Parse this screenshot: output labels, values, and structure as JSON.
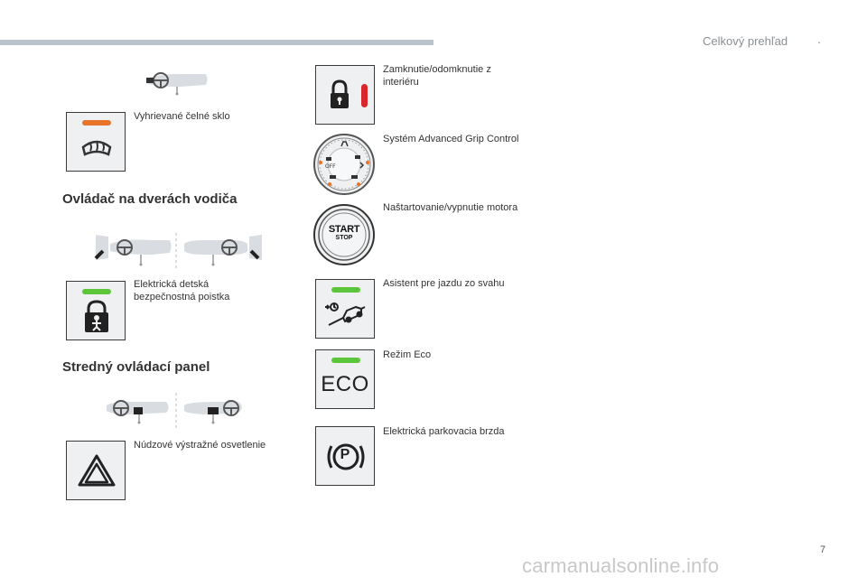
{
  "header": {
    "title": "Celkový prehľad",
    "dot": "."
  },
  "page": {
    "number": "7"
  },
  "left": {
    "windshield": {
      "label": "Vyhrievané čelné sklo"
    },
    "section1": {
      "title": "Ovládač na dverách vodiča"
    },
    "child_lock": {
      "label": "Elektrická detská bezpečnostná poistka"
    },
    "section2": {
      "title": "Stredný ovládací panel"
    },
    "hazard": {
      "label": "Núdzové výstražné osvetlenie"
    }
  },
  "right": {
    "lock": {
      "label": "Zamknutie/odomknutie z interiéru"
    },
    "grip": {
      "label": "Systém Advanced Grip Control"
    },
    "start": {
      "label": "Naštartovanie/vypnutie motora",
      "line1": "START",
      "line2": "STOP"
    },
    "hill": {
      "label": "Asistent pre jazdu zo svahu"
    },
    "eco": {
      "label": "Režim Eco",
      "text": "ECO"
    },
    "parking": {
      "label": "Elektrická parkovacia brzda",
      "symbol": "P"
    }
  },
  "colors": {
    "orange": "#e8732a",
    "green": "#5dc53a",
    "red": "#d9262c",
    "box_bg": "#eef0f2",
    "topbar": "#b9c3cc"
  },
  "watermark": "carmanualsonline.info"
}
